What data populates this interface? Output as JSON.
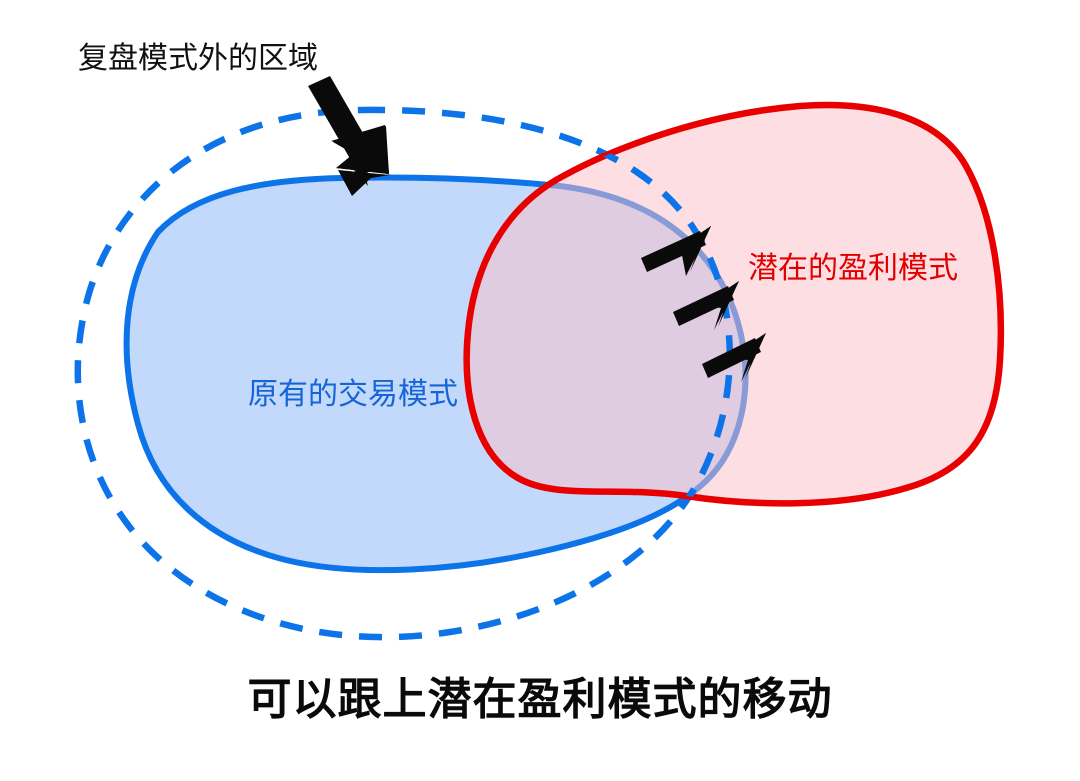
{
  "figure": {
    "type": "venn-style-concept-diagram",
    "background_color": "#ffffff",
    "caption": "可以跟上潜在盈利模式的移动"
  },
  "labels": {
    "outside_region": "复盘模式外的区域",
    "existing_pattern": "原有的交易模式",
    "potential_pattern": "潜在的盈利模式"
  },
  "colors": {
    "blue_stroke": "#0c74e8",
    "blue_fill": "#c2d9fb",
    "red_stroke": "#e80000",
    "pink_fill": "#fde2e6",
    "overlap_fill": "#e0cde3",
    "arrow_black": "#0a0a0a",
    "caption_color": "#0a0a0a",
    "blue_text": "#1565d8",
    "red_text": "#e00000"
  },
  "shapes": {
    "dashed_boundary": {
      "name": "复盘模式边界",
      "style": "dashed",
      "stroke": "#0c74e8",
      "stroke_width": 6,
      "dash_pattern": "22 16"
    },
    "blue_blob": {
      "name": "原有的交易模式",
      "style": "solid",
      "stroke": "#0c74e8",
      "fill": "#c2d9fb",
      "stroke_width": 6
    },
    "red_blob": {
      "name": "潜在的盈利模式",
      "style": "solid",
      "stroke": "#e80000",
      "fill": "#fde2e6",
      "stroke_width": 6
    }
  },
  "arrows": {
    "pointer": {
      "name": "指向复盘模式外区域",
      "count": 1,
      "direction": "down-right",
      "color": "#0a0a0a"
    },
    "expansion": {
      "name": "模式扩展方向",
      "count": 3,
      "direction": "up-right",
      "color": "#0a0a0a"
    }
  }
}
